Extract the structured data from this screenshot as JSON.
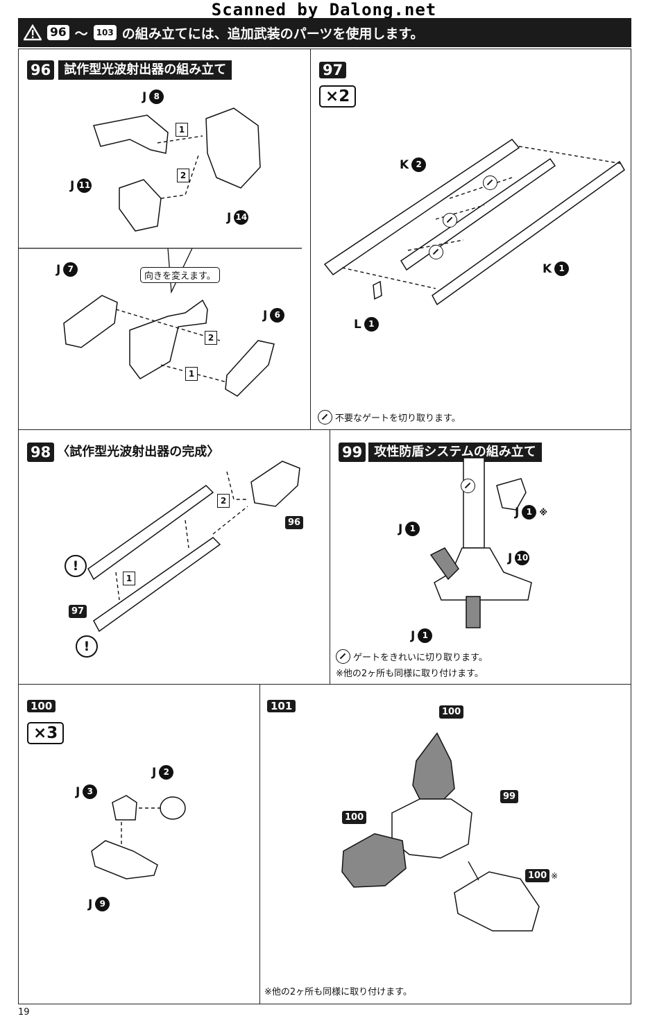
{
  "watermark": "Scanned by Dalong.net",
  "banner": {
    "from": "96",
    "sep": "〜",
    "to": "103",
    "text": "の組み立てには、追加武装のパーツを使用します。"
  },
  "steps": {
    "s96": {
      "num": "96",
      "title": "試作型光波射出器の組み立て",
      "arrow_note": "向きを変えます。",
      "parts": [
        {
          "l": "J",
          "n": "8"
        },
        {
          "l": "J",
          "n": "11"
        },
        {
          "l": "J",
          "n": "14"
        },
        {
          "l": "J",
          "n": "7"
        },
        {
          "l": "J",
          "n": "6"
        }
      ],
      "orders": [
        "1",
        "2",
        "2",
        "1"
      ]
    },
    "s97": {
      "num": "97",
      "mult": "×2",
      "parts": [
        {
          "l": "K",
          "n": "2"
        },
        {
          "l": "K",
          "n": "1"
        },
        {
          "l": "L",
          "n": "1"
        }
      ],
      "note": "不要なゲートを切り取ります。"
    },
    "s98": {
      "num": "98",
      "title": "〈試作型光波射出器の完成〉",
      "ref_a": "96",
      "ref_b": "97",
      "orders": [
        "2",
        "1"
      ],
      "excl": "!"
    },
    "s99": {
      "num": "99",
      "title": "攻性防盾システムの組み立て",
      "parts": [
        {
          "l": "J",
          "n": "1",
          "mark": "※"
        },
        {
          "l": "J",
          "n": "1"
        },
        {
          "l": "J",
          "n": "10"
        },
        {
          "l": "J",
          "n": "1"
        }
      ],
      "note1": "ゲートをきれいに切り取ります。",
      "note2": "※他の2ヶ所も同様に取り付けます。"
    },
    "s100": {
      "num": "100",
      "mult": "×3",
      "parts": [
        {
          "l": "J",
          "n": "2"
        },
        {
          "l": "J",
          "n": "3"
        },
        {
          "l": "J",
          "n": "9"
        }
      ]
    },
    "s101": {
      "num": "101",
      "refs": [
        "100",
        "99",
        "100",
        "100"
      ],
      "mark": "※",
      "note": "※他の2ヶ所も同様に取り付けます。"
    }
  },
  "page_number": "19"
}
